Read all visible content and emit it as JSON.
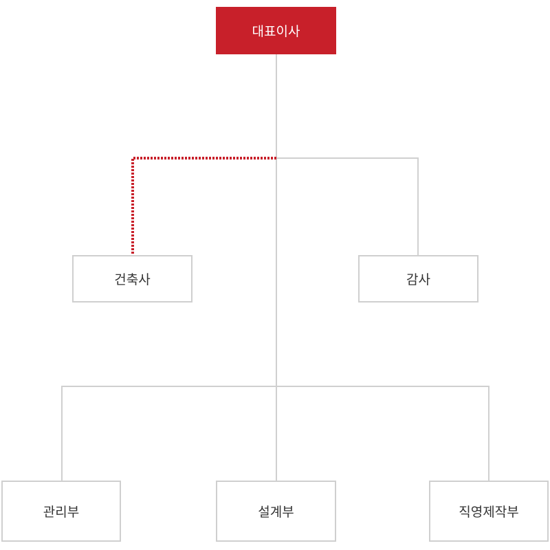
{
  "org_chart": {
    "colors": {
      "accent": "#c8202a",
      "connector": "#d0d0d0",
      "node_border": "#cfcfcf",
      "text": "#333333"
    },
    "root": {
      "label": "대표이사"
    },
    "advisory": [
      {
        "label": "건축사",
        "connection": "dotted",
        "connection_color": "#c8202a"
      },
      {
        "label": "감사",
        "connection": "solid"
      }
    ],
    "departments": [
      {
        "label": "관리부"
      },
      {
        "label": "설계부"
      },
      {
        "label": "직영제작부"
      }
    ]
  }
}
